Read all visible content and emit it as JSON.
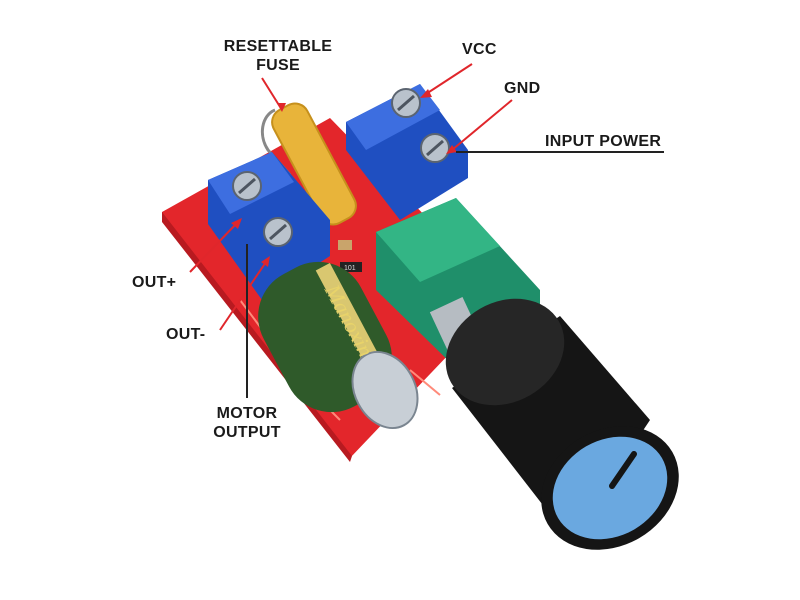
{
  "labels": {
    "fuse_line1": "RESETTABLE",
    "fuse_line2": "FUSE",
    "vcc": "VCC",
    "gnd": "GND",
    "input_power": "INPUT POWER",
    "out_plus": "OUT+",
    "out_minus": "OUT-",
    "motor_line1": "MOTOR",
    "motor_line2": "OUTPUT"
  },
  "component_markings": {
    "capacitor_brand": "Manoxin",
    "resistor_code": "101"
  },
  "colors": {
    "pcb_red": "#e3262b",
    "terminal_blue": "#1f4fc1",
    "fuse_yellow": "#e8b43a",
    "potentiometer_green": "#1f8f6a",
    "capacitor_green": "#2f5a2a",
    "knob_black": "#151515",
    "knob_cap_blue": "#6aa8e0",
    "callout_red": "#e0262b",
    "callout_dark": "#222222"
  },
  "icons": [
    "screw-terminal",
    "screw-terminal",
    "screw-terminal",
    "screw-terminal",
    "potentiometer-knob",
    "electrolytic-capacitor",
    "resettable-fuse"
  ]
}
